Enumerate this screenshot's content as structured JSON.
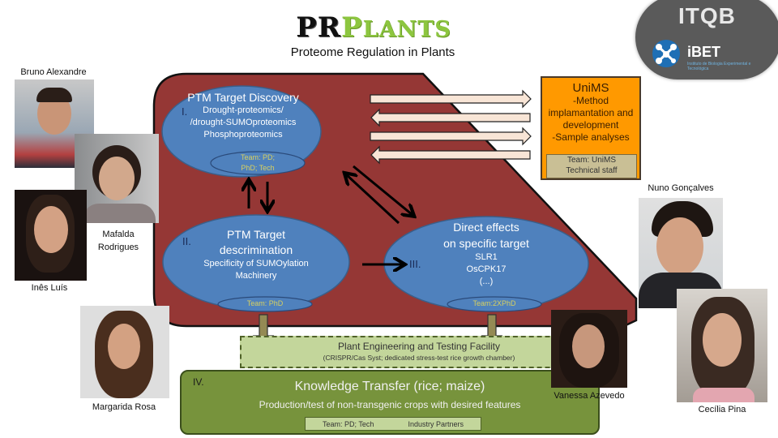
{
  "logo": {
    "pr": "PR",
    "plants_first": "P",
    "plants_rest": "LANTS",
    "subtitle": "Proteome Regulation in Plants"
  },
  "institutions": {
    "itqb": "ITQB",
    "ibet": "iBET",
    "ibet_subtitle": "Instituto de Biologia Experimental e Tecnológica"
  },
  "colors": {
    "main_panel": "#953735",
    "ellipse": "#4f81bd",
    "unims_box": "#ff9900",
    "facility": "#c3d69b",
    "knowledge_transfer": "#77933c",
    "team_text": "#d8d060"
  },
  "modules": {
    "discovery": {
      "roman": "I.",
      "title": "PTM Target Discovery",
      "lines": [
        "Drought-proteomics/",
        "/drought-SUMOproteomics",
        "Phosphoproteomics"
      ],
      "team": [
        "Team: PD;",
        "PhD; Tech"
      ]
    },
    "discrimination": {
      "roman": "II.",
      "title_lines": [
        "PTM Target",
        "descrimination"
      ],
      "lines": [
        "Specificity of SUMOylation",
        "Machinery"
      ],
      "team": "Team: PhD"
    },
    "direct_effects": {
      "roman": "III.",
      "title_lines": [
        "Direct effects",
        "on specific target"
      ],
      "lines": [
        "SLR1",
        "OsCPK17",
        "(...)"
      ],
      "team": "Team:2XPhD"
    },
    "knowledge_transfer": {
      "roman": "IV.",
      "title": "Knowledge Transfer (rice; maize)",
      "subtitle": "Production/test of non-transgenic crops with desired features",
      "team": "Team: PD; Tech",
      "partners": "Industry Partners"
    }
  },
  "unims": {
    "title": "UniMS",
    "lines": [
      "-Method",
      "implamantation and",
      "development",
      "-Sample analyses"
    ],
    "team_lines": [
      "Team: UniMS",
      "Technical staff"
    ]
  },
  "facility": {
    "title": "Plant Engineering and Testing Facility",
    "subtitle": "(CRISPR/Cas Syst; dedicated stress-test rice growth chamber)"
  },
  "people": [
    {
      "name": "Bruno Alexandre"
    },
    {
      "name_lines": [
        "Mafalda",
        "Rodrigues"
      ]
    },
    {
      "name": "Inês Luís"
    },
    {
      "name": "Margarida Rosa"
    },
    {
      "name": "Vanessa Azevedo"
    },
    {
      "name": "Nuno Gonçalves"
    },
    {
      "name": "Cecília Pina"
    }
  ]
}
